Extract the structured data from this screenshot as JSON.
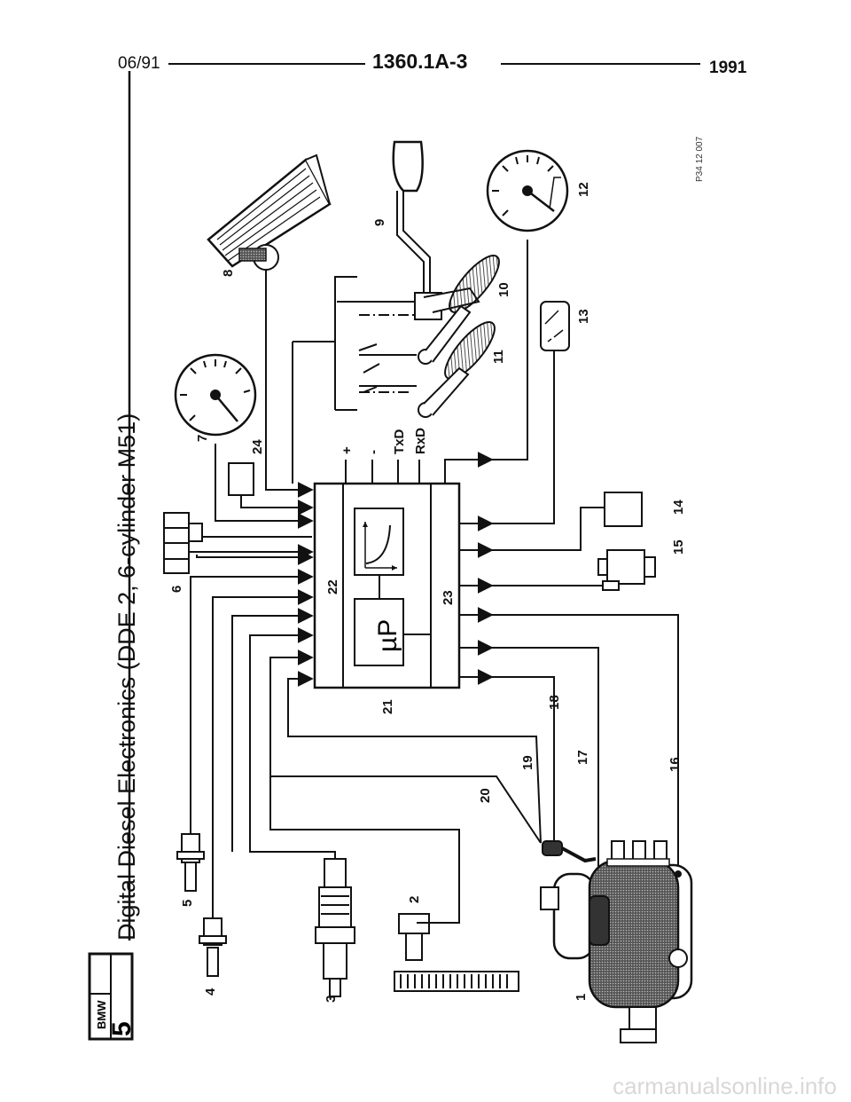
{
  "header": {
    "date": "06/91",
    "code": "1360.1A-3",
    "year": "1991"
  },
  "title": "Digital Diesel Electronics (DDE 2, 6-cylinder M51)",
  "badge": {
    "brand": "BMW",
    "series": "5"
  },
  "figure_ref": "P34 12 007",
  "ecu": {
    "processor": "µP"
  },
  "labels": {
    "l1": "1",
    "l2": "2",
    "l3": "3",
    "l4": "4",
    "l5": "5",
    "l6": "6",
    "l7": "7",
    "l8": "8",
    "l9": "9",
    "l10": "10",
    "l11": "11",
    "l12": "12",
    "l13": "13",
    "l14": "14",
    "l15": "15",
    "l16": "16",
    "l17": "17",
    "l18": "18",
    "l19": "19",
    "l20": "20",
    "l21": "21",
    "l22": "22",
    "l23": "23",
    "l24": "24"
  },
  "signals": {
    "plus": "+",
    "minus": "-",
    "txd": "TxD",
    "rxd": "RxD"
  },
  "watermark": "carmanualsonline.info"
}
